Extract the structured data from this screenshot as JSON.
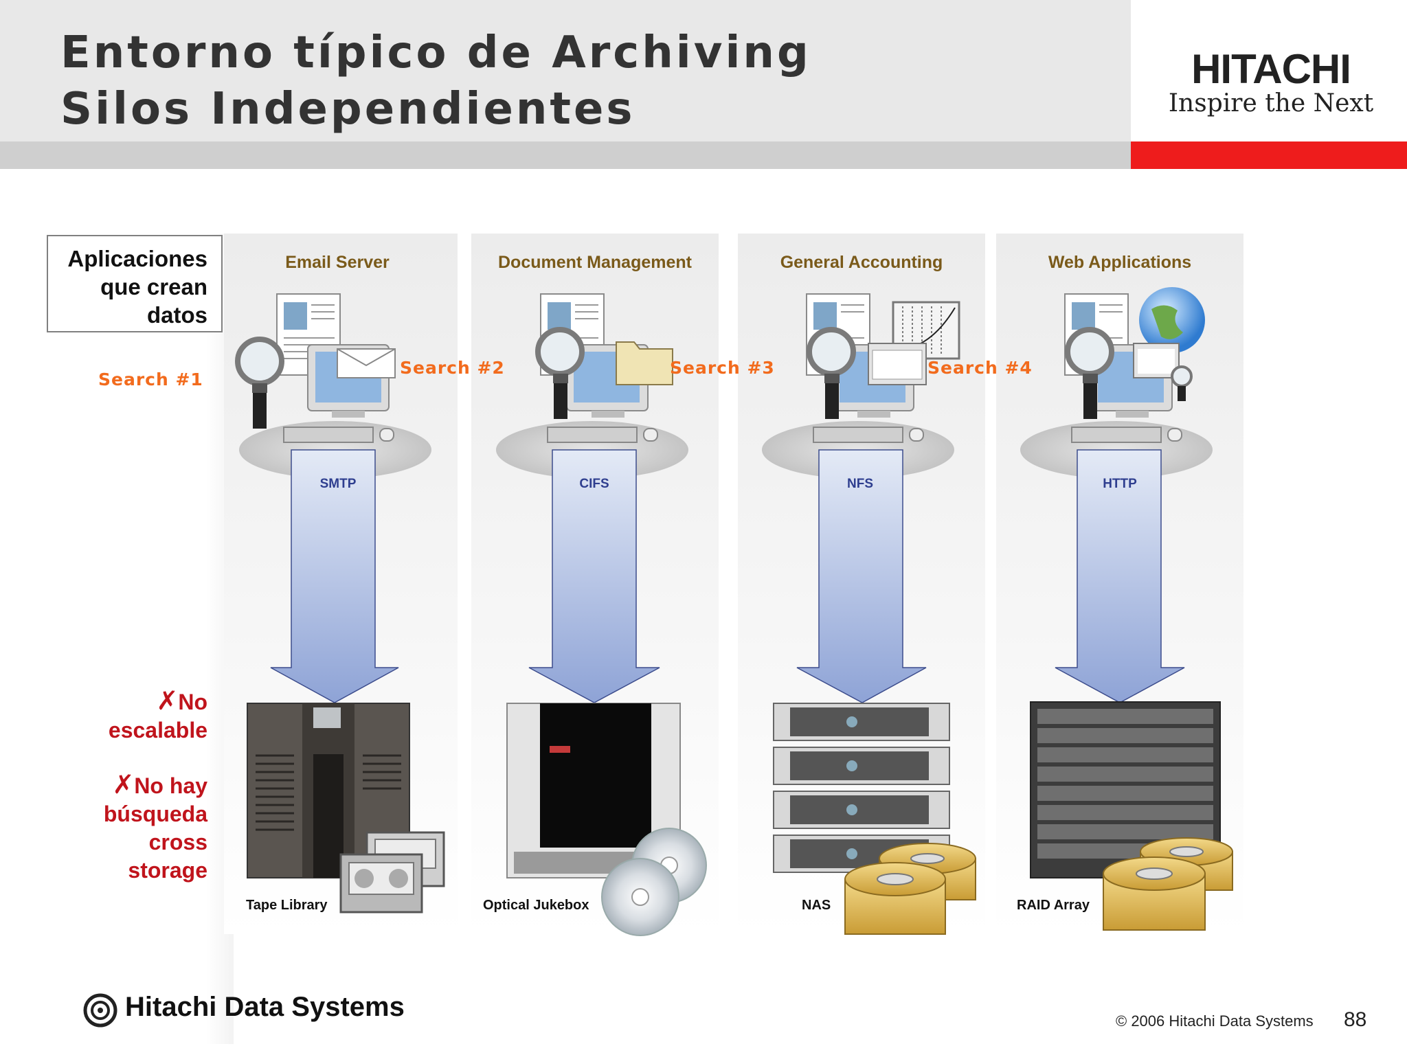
{
  "header": {
    "title_line1": "Entorno típico de Archiving",
    "title_line2": "Silos Independientes"
  },
  "logo": {
    "name": "HITACHI",
    "tagline": "Inspire the Next"
  },
  "apps_box": {
    "text": "Aplicaciones\nque crean\ndatos"
  },
  "columns": [
    {
      "title": "Email Server",
      "protocol": "SMTP",
      "device": "Tape Library",
      "search": "Search #1"
    },
    {
      "title": "Document Management",
      "protocol": "CIFS",
      "device": "Optical Jukebox",
      "search": "Search #2"
    },
    {
      "title": "General Accounting",
      "protocol": "NFS",
      "device": "NAS",
      "search": "Search #3"
    },
    {
      "title": "Web Applications",
      "protocol": "HTTP",
      "device": "RAID Array",
      "search": "Search #4"
    }
  ],
  "warnings": [
    {
      "icon": "cross-mark-icon",
      "glyph": "✗",
      "text": "No\nescalable"
    },
    {
      "icon": "cross-mark-icon",
      "glyph": "✗",
      "text": "No hay\nbúsqueda\ncross\nstorage"
    }
  ],
  "footer": {
    "company": "Hitachi Data Systems",
    "copyright": "© 2006 Hitachi Data Systems",
    "page_number": "88"
  },
  "colors": {
    "search": "#f26b1d",
    "warning": "#c0141c",
    "column_title": "#7a5a1a",
    "protocol": "#2e3e8f",
    "brand_red": "#ee1c1c"
  }
}
